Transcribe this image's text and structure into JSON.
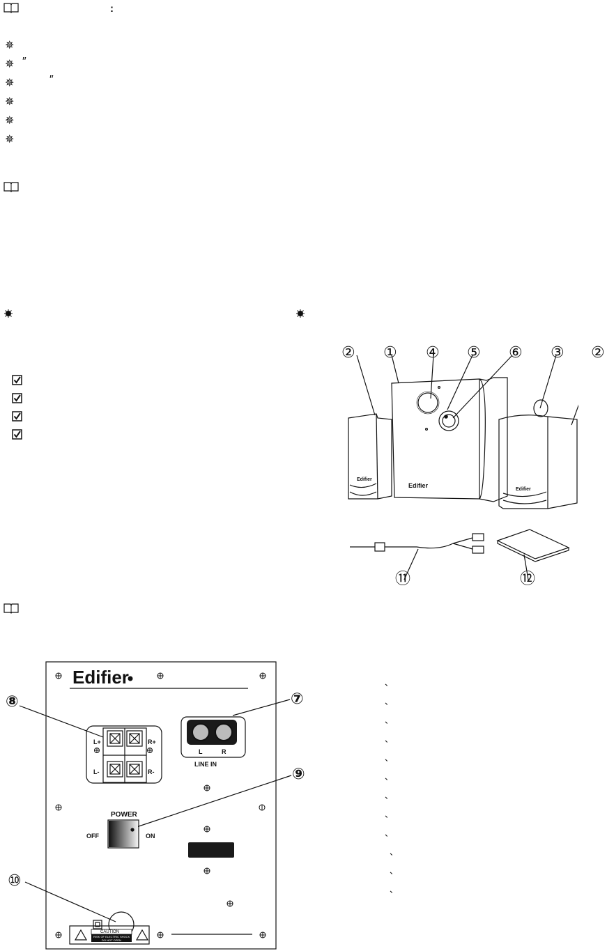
{
  "header": {
    "colon": ":"
  },
  "features": {
    "quote_1": "″",
    "quote_2": "″"
  },
  "callouts": {
    "c1": "①",
    "c2": "②",
    "c3": "③",
    "c4": "④",
    "c5": "⑤",
    "c6": "⑥",
    "c7": "⑦",
    "c8": "⑧",
    "c9": "⑨",
    "c10": "⑩",
    "c11": "⑪",
    "c12": "⑫"
  },
  "product": {
    "brand_front_left": "Edifier",
    "brand_front_sub": "Edifier",
    "brand_front_right": "Edifier"
  },
  "rear_panel": {
    "brand": "Edifier",
    "speaker_l_plus": "L+",
    "speaker_l_minus": "L-",
    "speaker_r_plus": "R+",
    "speaker_r_minus": "R-",
    "line_in_l": "L",
    "line_in_r": "R",
    "line_in_label": "LINE IN",
    "power_label": "POWER",
    "power_off": "OFF",
    "power_on": "ON",
    "caution_title": "CAUTION",
    "caution_line1": "RISK OF ELECTRIC SHOCK",
    "caution_line2": "DO NOT OPEN"
  },
  "right_list": {
    "mark": "、"
  },
  "colors": {
    "ink": "#111111",
    "panel_fill": "#ffffff",
    "switch_dark": "#2a2a2a"
  }
}
